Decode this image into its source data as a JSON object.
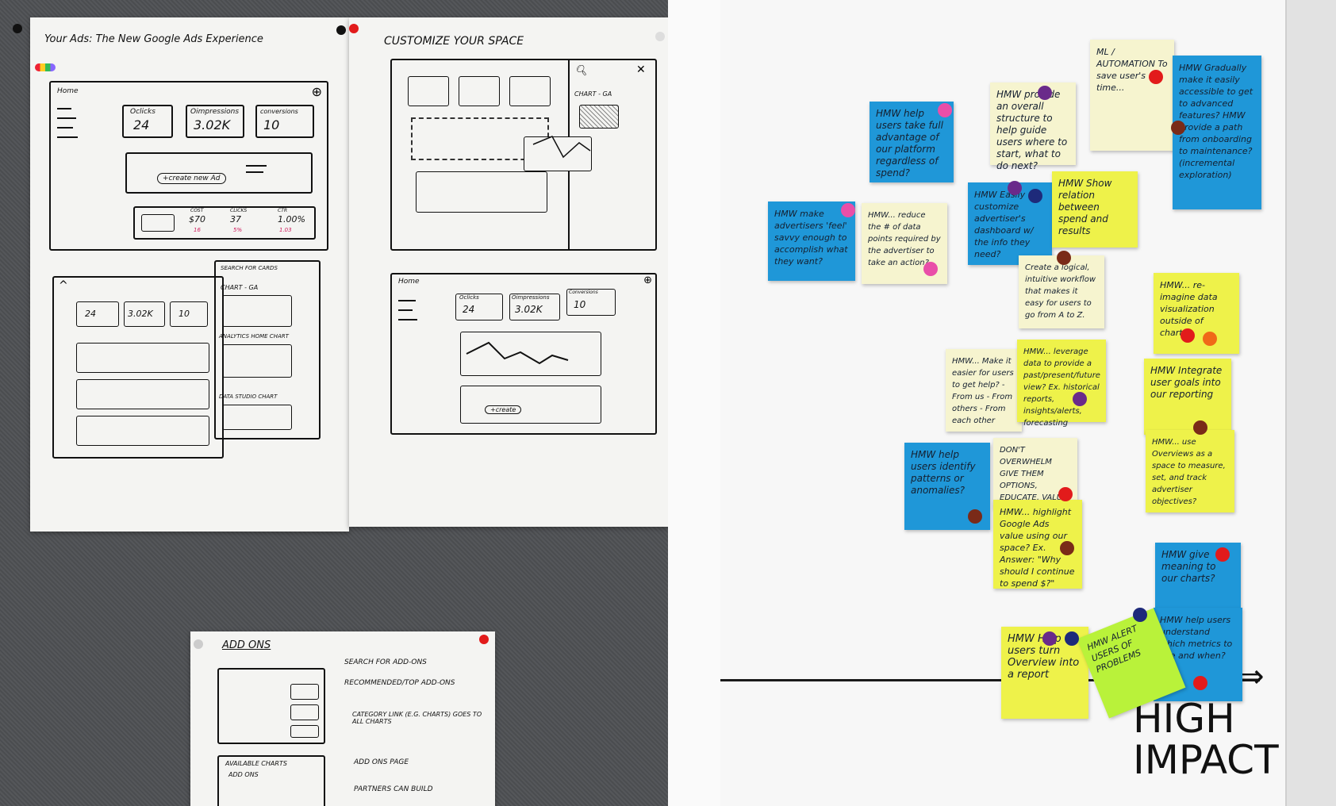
{
  "sheet1": {
    "title": "Your Ads: The New Google Ads Experience",
    "home": "Home",
    "stats": [
      {
        "label": "Oclicks",
        "value": "24"
      },
      {
        "label": "Oimpressions",
        "value": "3.02K"
      },
      {
        "label": "conversions",
        "value": "10"
      }
    ],
    "create_label": "+create new Ad",
    "metrics": [
      {
        "label": "COST",
        "value": "$70",
        "delta": "16"
      },
      {
        "label": "CLICKS",
        "value": "37",
        "delta": "5%"
      },
      {
        "label": "CTR",
        "value": "1.00%",
        "delta": "1.03"
      }
    ],
    "lower_stats": [
      "24",
      "3.02K",
      "10"
    ],
    "search_cards": "SEARCH FOR CARDS",
    "chart_ga": "CHART - GA",
    "analytics_chart": "ANALYTICS HOME CHART",
    "data_studio": "DATA STUDIO CHART"
  },
  "sheet2": {
    "title": "CUSTOMIZE YOUR SPACE",
    "chart_ga": "CHART - GA",
    "home": "Home",
    "stats": [
      {
        "label": "Oclicks",
        "value": "24"
      },
      {
        "label": "Oimpressions",
        "value": "3.02K"
      },
      {
        "label": "Conversions",
        "value": "10"
      }
    ],
    "create_label": "+create"
  },
  "addons": {
    "title": "ADD ONS",
    "notes": [
      "SEARCH FOR ADD-ONS",
      "RECOMMENDED/TOP ADD-ONS",
      "CATEGORY LINK (E.G. CHARTS) GOES TO ALL CHARTS",
      "ADD ONS PAGE",
      "PARTNERS CAN BUILD"
    ],
    "available": "AVAILABLE CHARTS",
    "add_ons": "ADD ONS"
  },
  "board": {
    "axis_label": "HIGH IMPACT",
    "notes": [
      {
        "id": "n1",
        "color": "blue",
        "text": "HMW help users take full advantage of our platform regardless of spend?"
      },
      {
        "id": "n2",
        "color": "cream",
        "text": "HMW provide an overall structure to help guide users where to start, what to do next?"
      },
      {
        "id": "n3",
        "color": "cream",
        "text": "ML / AUTOMATION To save user's time..."
      },
      {
        "id": "n4",
        "color": "blue",
        "text": "HMW Gradually make it easily accessible to get to advanced features? HMW provide a path from onboarding to maintenance? (incremental exploration)"
      },
      {
        "id": "n5",
        "color": "blue",
        "text": "HMW make advertisers 'feel' savvy enough to accomplish what they want?"
      },
      {
        "id": "n6",
        "color": "cream",
        "text": "HMW... reduce the # of data points required by the advertiser to take an action?"
      },
      {
        "id": "n7",
        "color": "blue",
        "text": "HMW Easily customize advertiser's dashboard w/ the info they need?"
      },
      {
        "id": "n8",
        "color": "yellow",
        "text": "HMW Show relation between spend and results"
      },
      {
        "id": "n9",
        "color": "cream",
        "text": "Create a logical, intuitive workflow that makes it easy for users to go from A to Z."
      },
      {
        "id": "n10",
        "color": "yellow",
        "text": "HMW... re-imagine data visualization outside of charts?"
      },
      {
        "id": "n11",
        "color": "cream",
        "text": "HMW... Make it easier for users to get help? - From us - From others - From each other"
      },
      {
        "id": "n12",
        "color": "yellow",
        "text": "HMW... leverage data to provide a past/present/future view? Ex. historical reports, insights/alerts, forecasting"
      },
      {
        "id": "n13",
        "color": "yellow",
        "text": "HMW Integrate user goals into our reporting"
      },
      {
        "id": "n14",
        "color": "yellow",
        "text": "HMW... use Overviews as a space to measure, set, and track advertiser objectives?"
      },
      {
        "id": "n15",
        "color": "blue",
        "text": "HMW help users identify patterns or anomalies?"
      },
      {
        "id": "n16",
        "color": "cream",
        "text": "DON'T OVERWHELM GIVE THEM OPTIONS, EDUCATE, VALUE"
      },
      {
        "id": "n17",
        "color": "yellow",
        "text": "HMW... highlight Google Ads value using our space? Ex. Answer: \"Why should I continue to spend $?\""
      },
      {
        "id": "n18",
        "color": "blue",
        "text": "HMW give meaning to our charts?"
      },
      {
        "id": "n19",
        "color": "blue",
        "text": "HMW help users understand which metrics to use and when?"
      },
      {
        "id": "n20",
        "color": "yellow",
        "text": "HMW Help users turn Overview into a report"
      },
      {
        "id": "n21",
        "color": "lime",
        "text": "HMW ALERT USERS OF PROBLEMS"
      }
    ]
  }
}
